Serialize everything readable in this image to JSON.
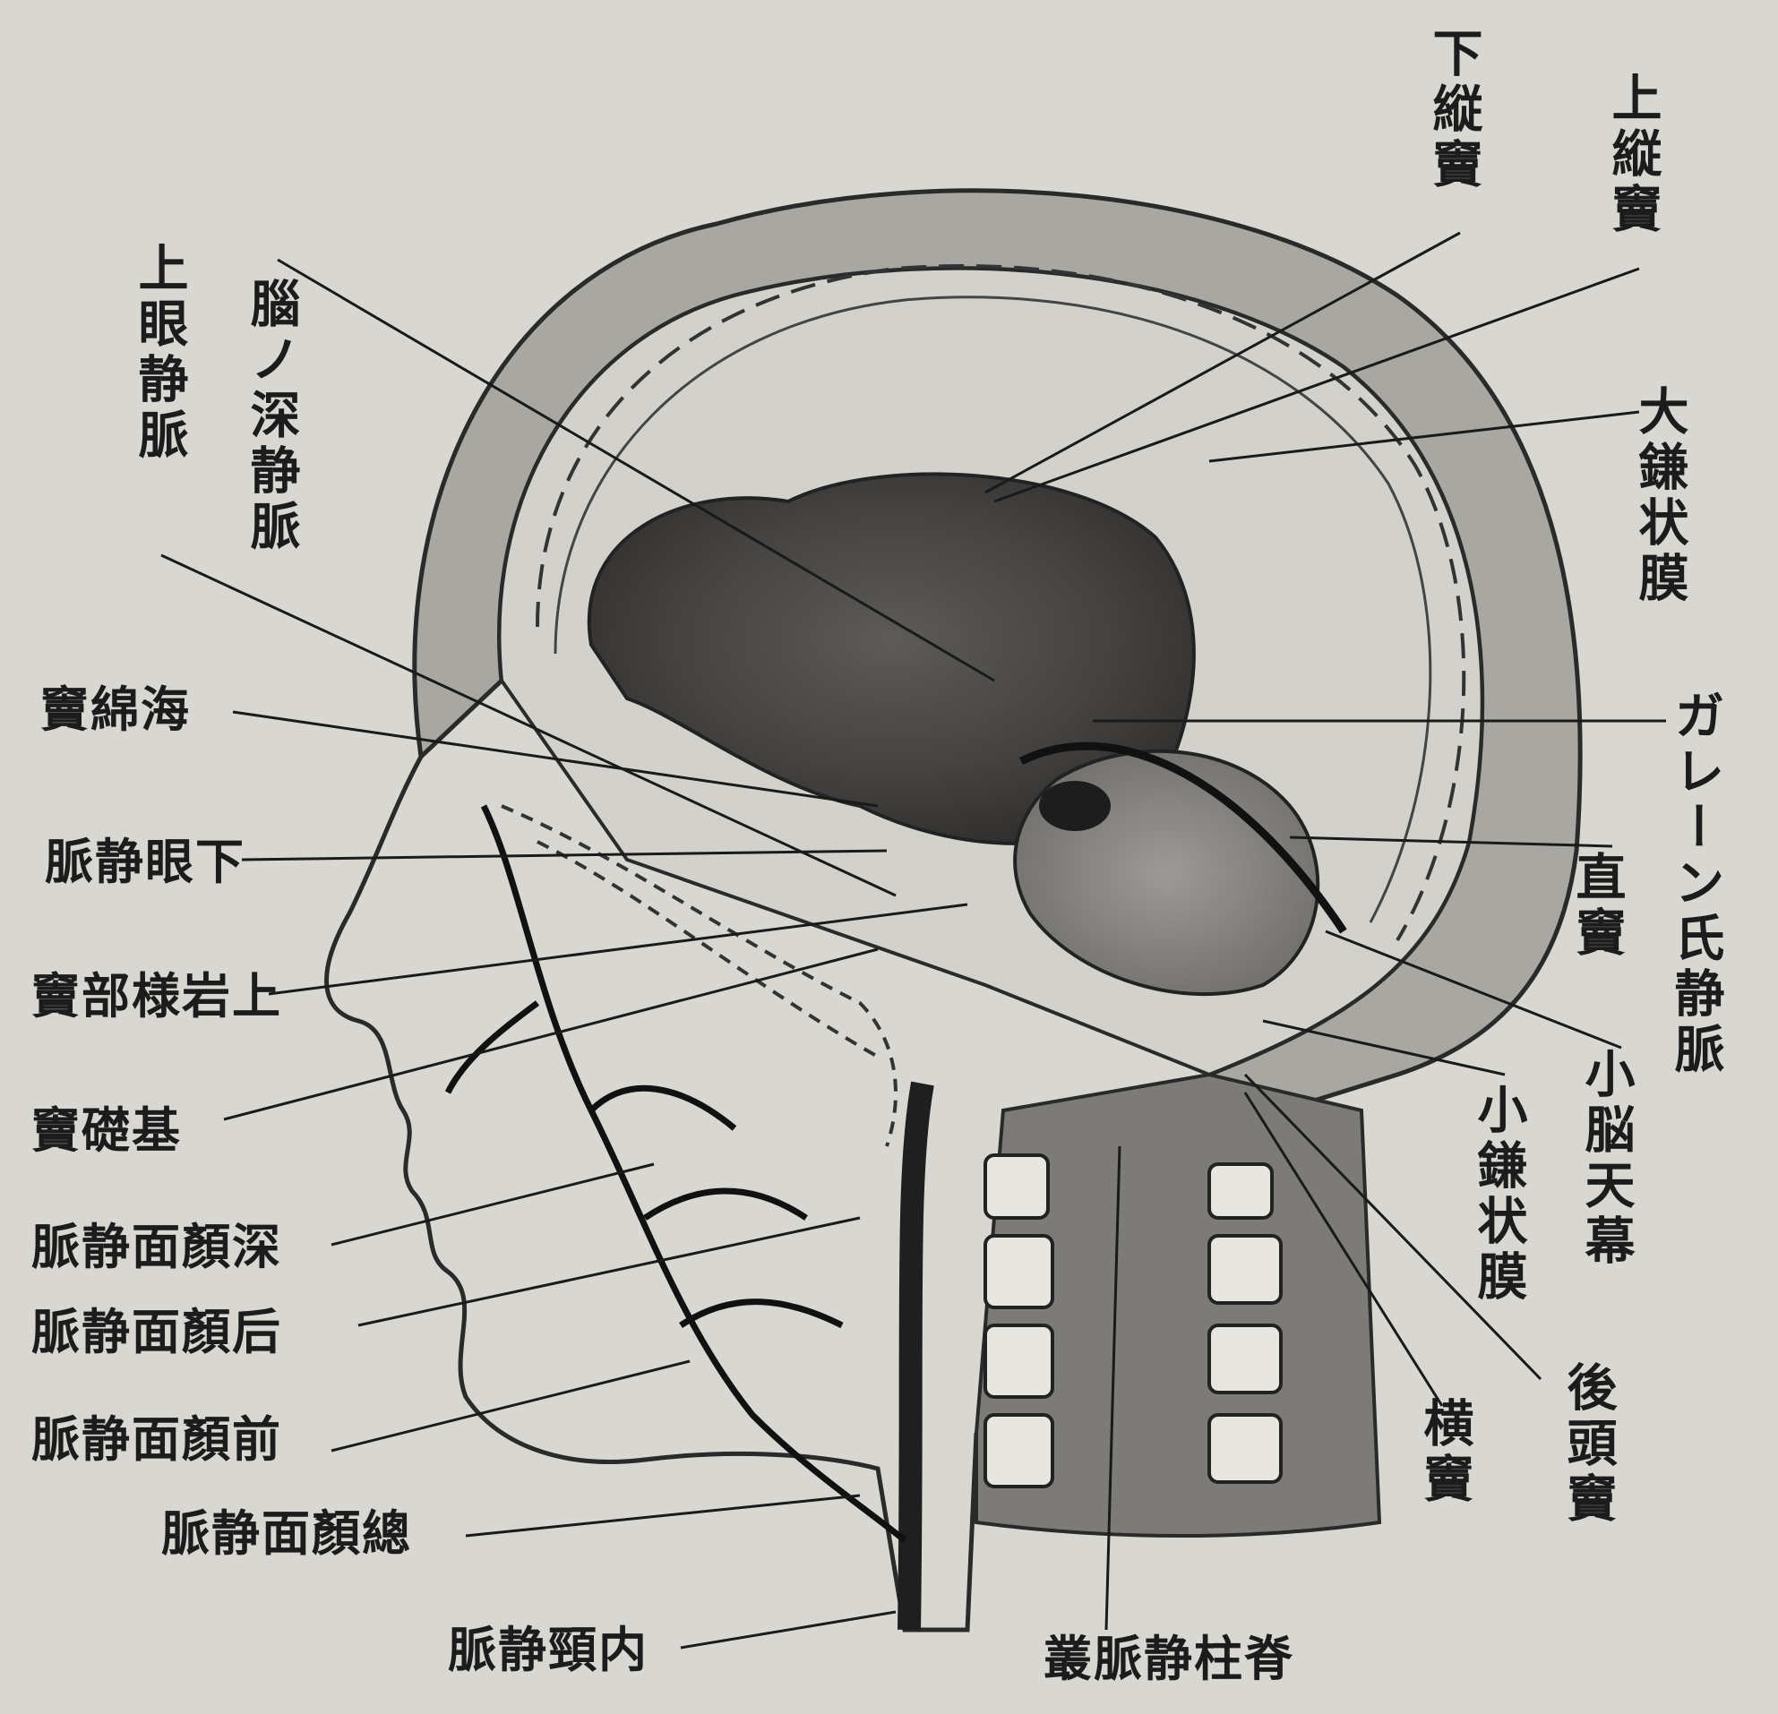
{
  "diagram": {
    "labels": {
      "lower_sagittal_sinus": "下縦竇",
      "upper_sagittal_sinus": "上縦竇",
      "falx_cerebri": "大鎌状膜",
      "vein_of_galen": "ガレーン氏静脈",
      "straight_sinus": "直竇",
      "tentorium": "小脳天幕",
      "falx_cerebelli": "小鎌状膜",
      "occipital_sinus": "後頭竇",
      "transverse_sinus": "横竇",
      "superior_ophthalmic_vein": "上眼静脈",
      "deep_cerebral_vein": "腦ノ深静脈",
      "cavernous_sinus": "竇綿海",
      "inferior_ophthalmic_vein": "脈静眼下",
      "superior_petrosal_sinus": "竇部様岩上",
      "basilar_sinus": "竇礎基",
      "deep_facial_vein": "脈静面顏深",
      "posterior_facial_vein": "脈静面顏后",
      "anterior_facial_vein": "脈静面顏前",
      "common_facial_vein": "脈静面顏總",
      "internal_jugular_vein": "脈静頸内",
      "vertebral_venous_plexus": "叢脈静柱脊"
    }
  }
}
